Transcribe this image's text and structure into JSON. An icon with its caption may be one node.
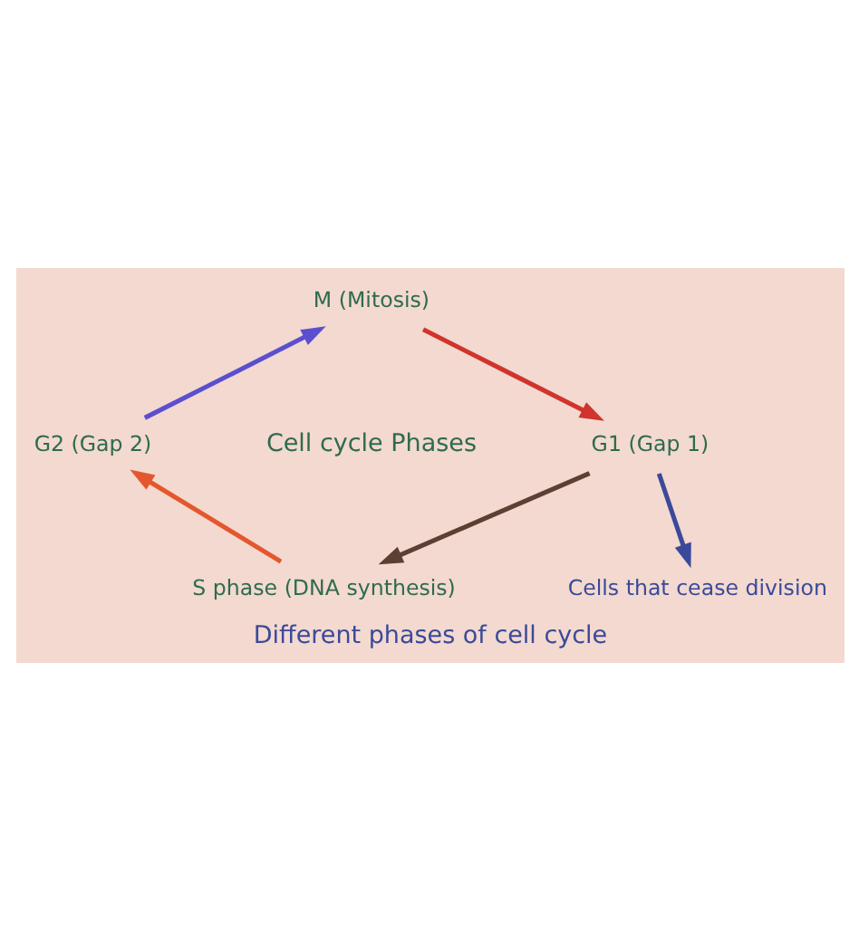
{
  "diagram": {
    "caption": "Different phases of cell cycle",
    "nodes": [
      {
        "text": [
          "M (Mitosis)"
        ]
      },
      {
        "text": [
          "G1 (Gap 1)"
        ]
      },
      {
        "text": [
          "S phase (DNA synthesis)"
        ]
      },
      {
        "text": [
          "G2 (Gap 2)"
        ]
      },
      {
        "text": [
          "Cells that cease division"
        ]
      }
    ],
    "edges": [
      {
        "from": 0,
        "to": 1,
        "arrow": "to",
        "color": "#d0342c"
      },
      {
        "from": 1,
        "to": 2,
        "arrow": "to",
        "color": "#5c4033"
      },
      {
        "from": 2,
        "to": 3,
        "arrow": "to",
        "color": "#e4572e"
      },
      {
        "from": 3,
        "to": 0,
        "arrow": "to",
        "color": "#5b4fd0"
      },
      {
        "from": 1,
        "to": 4,
        "arrow": "to",
        "color": "#3a4a9a"
      }
    ],
    "labels": [
      "Cell cycle Phases"
    ]
  }
}
